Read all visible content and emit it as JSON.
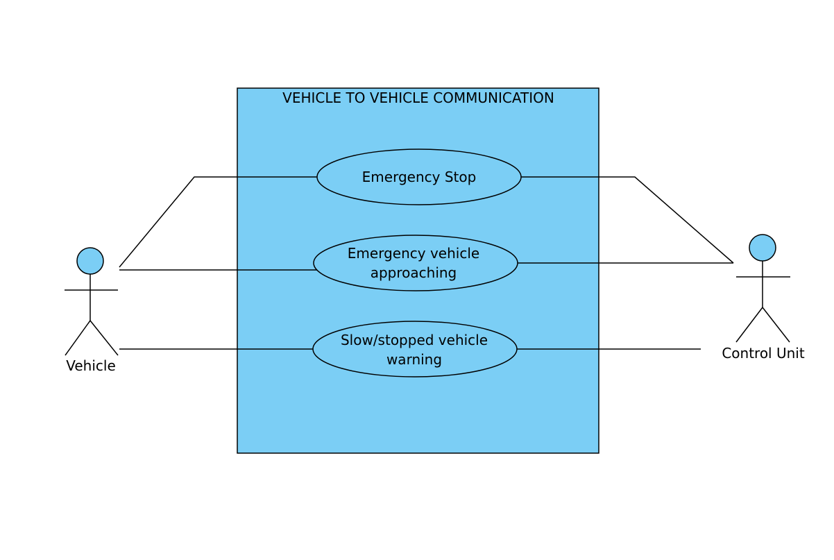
{
  "diagram": {
    "type": "use-case",
    "colors": {
      "system_fill": "#7bcef5",
      "usecase_fill": "#7bcef5",
      "actor_head_fill": "#7bcef5",
      "stroke": "#000000",
      "background": "#ffffff"
    },
    "system": {
      "title": "VEHICLE TO VEHICLE COMMUNICATION"
    },
    "use_cases": [
      {
        "lines": [
          "Emergency Stop"
        ]
      },
      {
        "lines": [
          "Emergency vehicle",
          "approaching"
        ]
      },
      {
        "lines": [
          "Slow/stopped vehicle",
          "warning"
        ]
      }
    ],
    "actors": [
      {
        "name": "Vehicle"
      },
      {
        "name": "Control Unit"
      }
    ]
  }
}
